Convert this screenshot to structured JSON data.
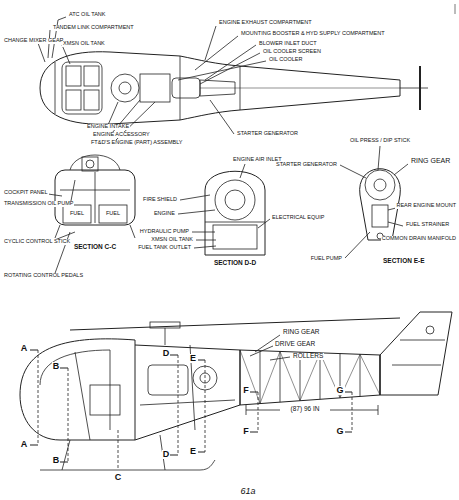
{
  "diagram": {
    "labels": [
      "ATC OIL TANK",
      "TANDEM LINK COMPARTMENT",
      "CHANGE MIXER GEAR",
      "XMSN OIL TANK",
      "ENGINE EXHAUST COMPARTMENT",
      "MOUNTING BOOSTER & HYD SUPPLY COMPARTMENT",
      "BLOWER INLET DUCT",
      "OIL COOLER SCREEN",
      "OIL COOLER",
      "ENGINE INTAKE",
      "ENGINE ACCESSORY",
      "FT&D'S ENGINE (PART) ASSEMBLY",
      "STARTER GENERATOR",
      "ENGINE AIR INLET",
      "COCKPIT PANEL",
      "TRANSMISSION OIL PUMP",
      "CYCLIC CONTROL STICK",
      "ROTATING CONTROL PEDALS",
      "SECTION C-C",
      "FUEL",
      "FUEL",
      "FIRE SHIELD",
      "ENGINE",
      "HYDRAULIC PUMP",
      "XMSN OIL TANK",
      "FUEL TANK OUTLET",
      "ELECTRICAL EQUIP",
      "SECTION D-D",
      "OIL PRESS / DIP STICK",
      "STARTER GENERATOR",
      "RING GEAR",
      "REAR ENGINE MOUNT",
      "FUEL STRAINER",
      "COMMON DRAIN MANIFOLD",
      "FUEL PUMP",
      "SECTION E-E",
      "RING GEAR",
      "DRIVE GEAR",
      "ROLLERS",
      "(87) 96 IN",
      "A",
      "A",
      "B",
      "B",
      "C",
      "D",
      "D",
      "E",
      "E",
      "F",
      "F",
      "G",
      "G",
      "61a"
    ]
  }
}
